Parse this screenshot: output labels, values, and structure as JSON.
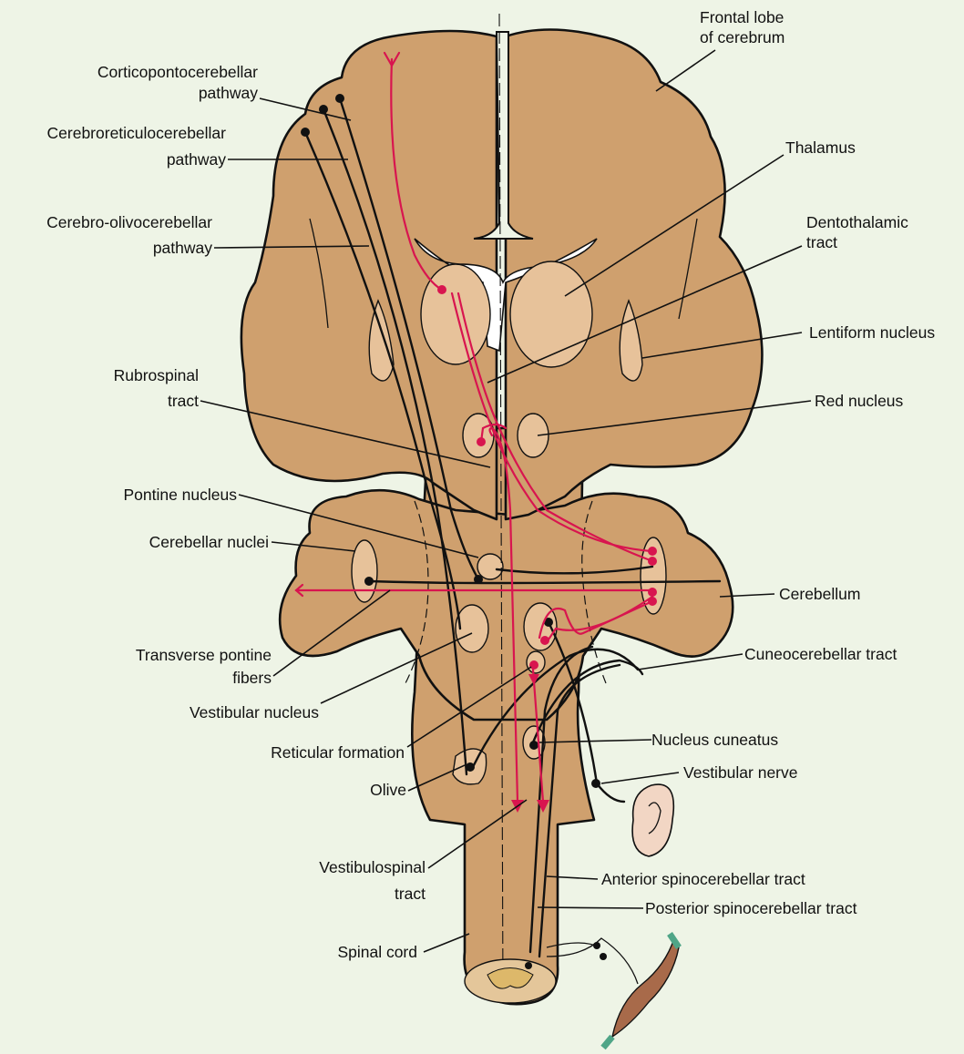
{
  "labels": {
    "frontal_lobe_1": "Frontal lobe",
    "frontal_lobe_2": "of cerebrum",
    "thalamus": "Thalamus",
    "dentothalamic_1": "Dentothalamic",
    "dentothalamic_2": "tract",
    "lentiform": "Lentiform nucleus",
    "red_nucleus": "Red nucleus",
    "cerebellum": "Cerebellum",
    "cuneocerebellar": "Cuneocerebellar tract",
    "nucleus_cuneatus": "Nucleus cuneatus",
    "vestibular_nerve": "Vestibular nerve",
    "anterior_spinocerebellar": "Anterior spinocerebellar tract",
    "posterior_spinocerebellar": "Posterior spinocerebellar tract",
    "corticopontocerebellar_1": "Corticopontocerebellar",
    "corticopontocerebellar_2": "pathway",
    "cerebroreticulocerebellar_1": "Cerebroreticulocerebellar",
    "cerebroreticulocerebellar_2": "pathway",
    "cerebroolivocerebellar_1": "Cerebro-olivocerebellar",
    "cerebroolivocerebellar_2": "pathway",
    "rubrospinal_1": "Rubrospinal",
    "rubrospinal_2": "tract",
    "pontine_nucleus": "Pontine nucleus",
    "cerebellar_nuclei": "Cerebellar nuclei",
    "transverse_pontine_1": "Transverse pontine",
    "transverse_pontine_2": "fibers",
    "vestibular_nucleus": "Vestibular nucleus",
    "reticular_formation": "Reticular formation",
    "olive": "Olive",
    "vestibulospinal_1": "Vestibulospinal",
    "vestibulospinal_2": "tract",
    "spinal_cord": "Spinal cord"
  },
  "colors": {
    "background": "#eef4e6",
    "tissue": "#cfa06e",
    "nucleus_fill": "#e7c29a",
    "pathway_red": "#d8154f",
    "ventricle": "#ffffff",
    "ear": "#f2d6c4",
    "muscle": "#a86a4a",
    "tendon": "#4fa587"
  }
}
